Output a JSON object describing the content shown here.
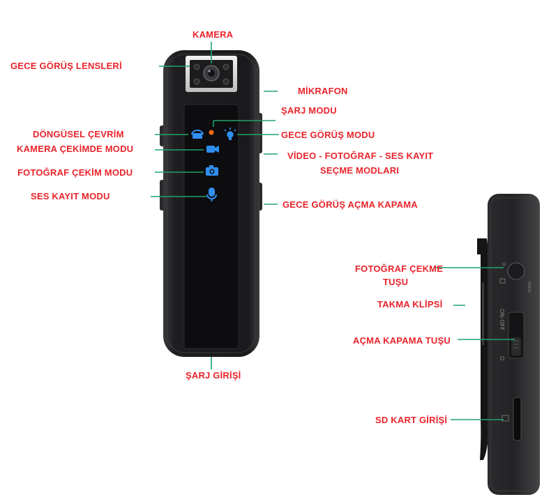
{
  "labels": {
    "kamera": "KAMERA",
    "gece_gorus_lensleri": "GECE GÖRÜŞ LENSLERİ",
    "mikrofon": "MİKRAFON",
    "sarj_modu": "ŞARJ MODU",
    "dongusel_line1": "DÖNGÜSEL ÇEVRİM",
    "dongusel_line2": "KAMERA ÇEKİMDE MODU",
    "gece_gorus_modu": "GECE GÖRÜŞ MODU",
    "video_line1": "VİDEO - FOTOĞRAF - SES KAYIT",
    "video_line2": "SEÇME MODLARI",
    "fotograf_cekim_modu": "FOTOĞRAF ÇEKİM MODU",
    "ses_kayit_modu": "SES KAYIT MODU",
    "gece_gorus_acma": "GECE GÖRÜŞ AÇMA KAPAMA",
    "sarj_girisi": "ŞARJ GİRİŞİ",
    "fotograf_cekme_line1": "FOTOĞRAF ÇEKME",
    "fotograf_cekme_line2": "TUŞU",
    "takma_klipsi": "TAKMA KLİPSİ",
    "acma_kapama_tusu": "AÇMA KAPAMA TUŞU",
    "sd_kart_girisi": "SD KART GİRİŞİ"
  },
  "device_side_text": {
    "on_off": "ON-OFF"
  },
  "colors": {
    "label_text": "#e8242b",
    "leader_line": "#1ea36b",
    "device_body": "#1b1b1d",
    "indicator_blue": "#2f8ff0",
    "charge_led": "#ff6a1a"
  }
}
